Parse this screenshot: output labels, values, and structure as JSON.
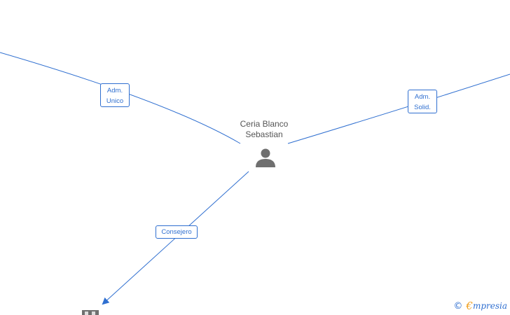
{
  "person": {
    "name_line1": "Ceria Blanco",
    "name_line2": "Sebastian",
    "icon": "person-icon"
  },
  "edges": [
    {
      "id": "left",
      "label_line1": "Adm.",
      "label_line2": "Unico"
    },
    {
      "id": "right",
      "label_line1": "Adm.",
      "label_line2": "Solid."
    },
    {
      "id": "bottom",
      "label_line1": "Consejero",
      "label_line2": ""
    }
  ],
  "company": {
    "icon": "building-icon"
  },
  "footer": {
    "copyright_symbol": "©",
    "brand_initial": "€",
    "brand_rest": "mpresia"
  },
  "colors": {
    "edge": "#2f6fd0",
    "person_icon": "#6f6f6f",
    "label_border": "#2f6fd0"
  }
}
